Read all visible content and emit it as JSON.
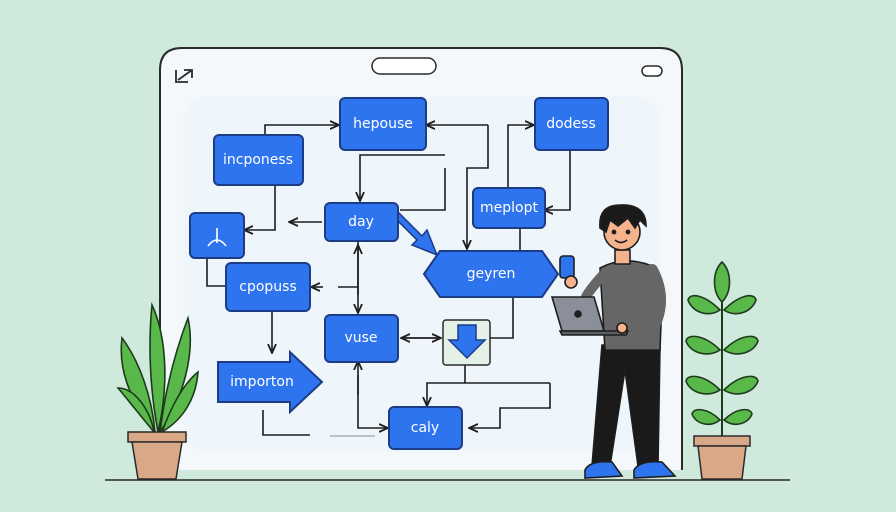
{
  "nodes": {
    "hepouse": "hepouse",
    "dodess": "dodess",
    "incponess": "incponess",
    "meplopt": "meplopt",
    "day": "day",
    "geyren": "geyren",
    "cpopuss": "cpopuss",
    "vuse": "vuse",
    "importon": "importon",
    "caly": "caly"
  },
  "colors": {
    "background": "#cfe9dc",
    "node_fill": "#2f74ef",
    "node_stroke": "#1c3c86",
    "panel": "#eef5fb",
    "plant": "#58b94a"
  },
  "icons": [
    "back-arrow-icon",
    "split-icon",
    "down-arrow-icon",
    "laptop-icon",
    "phone-icon"
  ]
}
